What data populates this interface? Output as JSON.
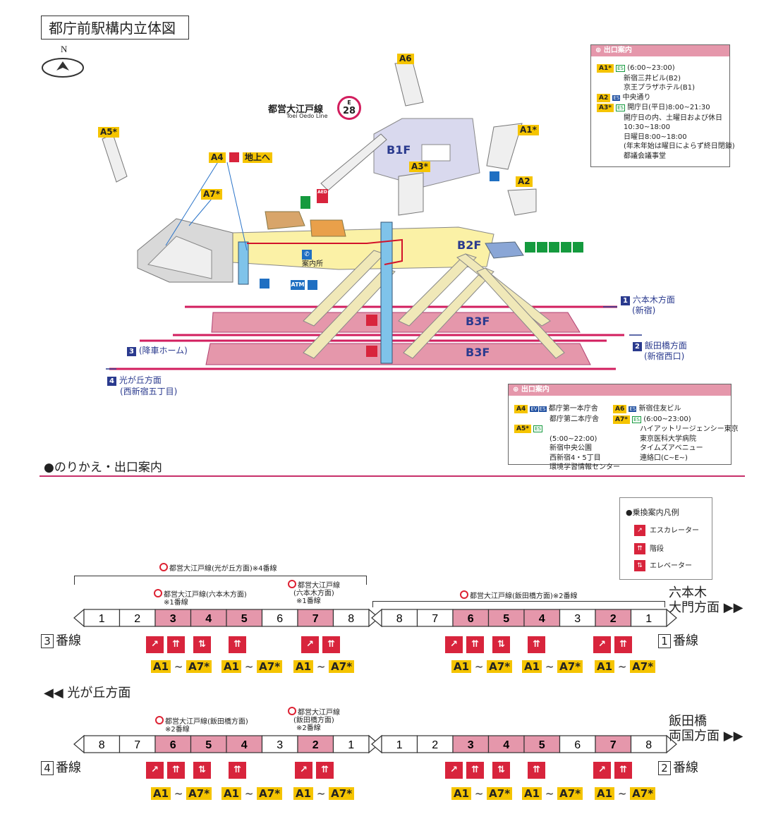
{
  "title": "都庁前駅構内立体図",
  "compass": {
    "label": "N"
  },
  "line_badge": {
    "name": "都営大江戸線",
    "name_en": "Toei Oedo Line",
    "letter": "E",
    "number": "28"
  },
  "floors": {
    "b1f": "B1F",
    "b2f": "B2F",
    "b3f_upper": "B3F",
    "b3f_lower": "B3F"
  },
  "map_labels": {
    "a4_tag": "A4",
    "a4_text": "地上へ",
    "a5_tag": "A5*",
    "a6_tag": "A6",
    "a7_tag": "A7*",
    "a1_tag": "A1*",
    "a2_tag": "A2",
    "a3_tag": "A3*",
    "info_center": "案内所",
    "atm": "ATM",
    "aed": "AED"
  },
  "directions": {
    "d1_num": "1",
    "d1_text": "六本木方面",
    "d1_sub": "(新宿)",
    "d2_num": "2",
    "d2_text": "飯田橋方面",
    "d2_sub": "(新宿西口)",
    "d3_num": "3",
    "d3_text": "(降車ホーム)",
    "d4_num": "4",
    "d4_text": "光が丘方面",
    "d4_sub": "(西新宿五丁目)"
  },
  "exit_info_top": {
    "heading": "出口案内",
    "a1_tag": "A1*",
    "a1_icon": "ES",
    "a1_lines": [
      "(6:00~23:00)",
      "新宿三井ビル(B2)",
      "京王プラザホテル(B1)"
    ],
    "a2_tag": "A2",
    "a2_icon": "ES",
    "a2_lines": [
      "中央通り"
    ],
    "a3_tag": "A3*",
    "a3_icon": "ES",
    "a3_lines": [
      "開庁日(平日)8:00~21:30",
      "開庁日の内、土曜日および休日",
      "10:30~18:00",
      "日曜日8:00~18:00",
      "(年末年始は曜日によらず終日閉鎖)",
      "都議会議事堂"
    ]
  },
  "exit_info_bottom": {
    "heading": "出口案内",
    "a4_tag": "A4",
    "a4_icons": [
      "EV",
      "ES"
    ],
    "a4_lines": [
      "都庁第一本庁舎",
      "都庁第二本庁舎"
    ],
    "a5_tag": "A5*",
    "a5_icon": "ES",
    "a5_lines": [
      "(5:00~22:00)",
      "新宿中央公園",
      "西新宿4・5丁目",
      "環境学習情報センター"
    ],
    "a6_tag": "A6",
    "a6_icon": "ES",
    "a6_lines": [
      "新宿住友ビル"
    ],
    "a7_tag": "A7*",
    "a7_icon": "ES",
    "a7_lines": [
      "(6:00~23:00)",
      "ハイアットリージェンシー東京",
      "東京医科大学病院",
      "タイムズアベニュー",
      "連絡口(C~E~)"
    ]
  },
  "transfer": {
    "title": "●のりかえ・出口案内",
    "legend": {
      "title": "●乗換案内凡例",
      "escalator": "エスカレーター",
      "stairs": "階段",
      "elevator": "エレベーター"
    },
    "row1": {
      "span_label": "都営大江戸線(光が丘方面)※4番線",
      "note_a_line1": "都営大江戸線(六本木方面)",
      "note_a_line2": "※1番線",
      "note_b_line1": "都営大江戸線",
      "note_b_line2": "(六本木方面)",
      "note_b_line3": "※1番線",
      "note_c": "都営大江戸線(飯田橋方面)※2番線",
      "left_cars": [
        "1",
        "2",
        "3",
        "4",
        "5",
        "6",
        "7",
        "8"
      ],
      "right_cars": [
        "8",
        "7",
        "6",
        "5",
        "4",
        "3",
        "2",
        "1"
      ],
      "left_track_num": "3",
      "left_track_text": "番線",
      "right_track_num": "1",
      "right_track_text": "番線",
      "dest_line1": "六本木",
      "dest_line2": "大門方面 ▶▶",
      "below_dir": "◀◀ 光が丘方面"
    },
    "row2": {
      "note_a_line1": "都営大江戸線(飯田橋方面)",
      "note_a_line2": "※2番線",
      "note_b_line1": "都営大江戸線",
      "note_b_line2": "(飯田橋方面)",
      "note_b_line3": "※2番線",
      "left_cars": [
        "8",
        "7",
        "6",
        "5",
        "4",
        "3",
        "2",
        "1"
      ],
      "right_cars": [
        "1",
        "2",
        "3",
        "4",
        "5",
        "6",
        "7",
        "8"
      ],
      "left_track_num": "4",
      "left_track_text": "番線",
      "right_track_num": "2",
      "right_track_text": "番線",
      "dest_line1": "飯田橋",
      "dest_line2": "両国方面 ▶▶"
    },
    "exit_range": {
      "from": "A1",
      "sep": "~",
      "to": "A7*"
    }
  },
  "colors": {
    "accent_pink": "#c8306a",
    "exit_yellow": "#f5c400",
    "icon_red": "#d8243c",
    "floor_blue": "#2a3a8e",
    "platform_pink": "#e597ab",
    "concourse_yellow": "#fbf1a6"
  }
}
